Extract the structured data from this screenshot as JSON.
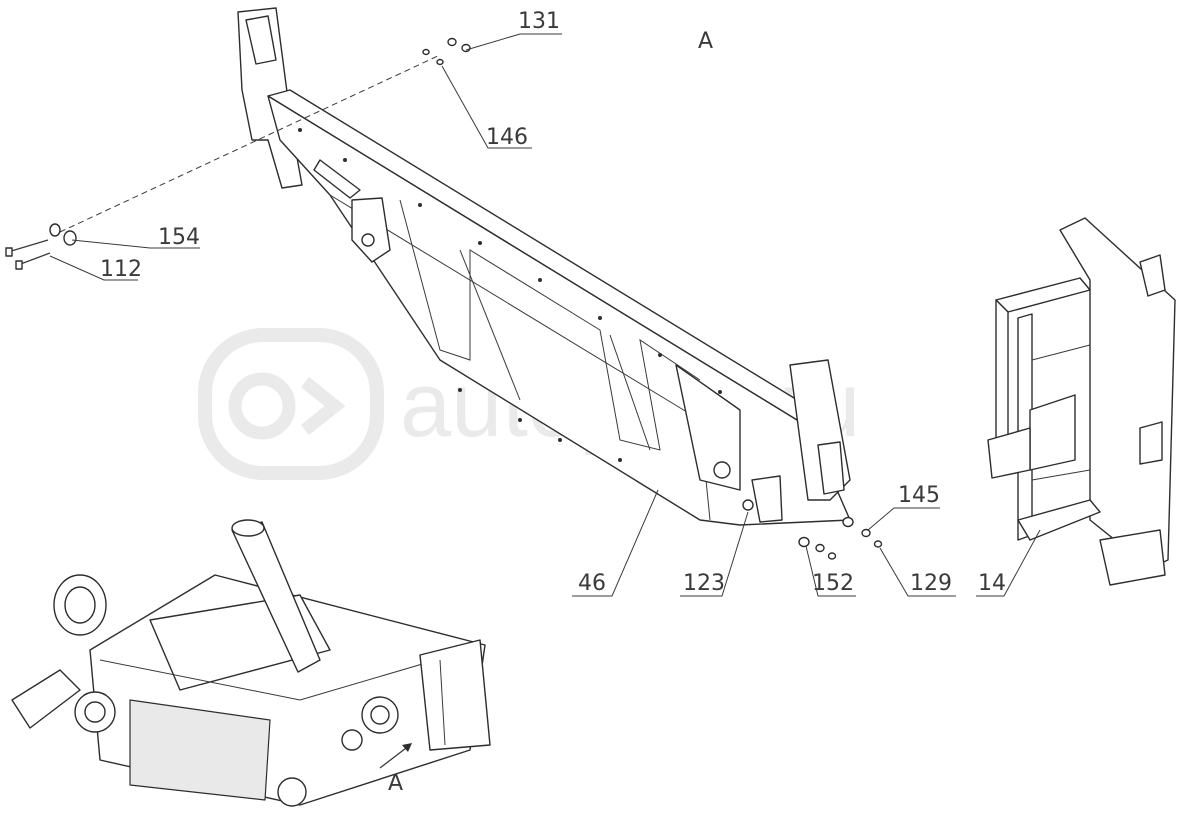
{
  "diagram": {
    "view_label": "A",
    "arrow_label": "A",
    "callouts": [
      "131",
      "146",
      "154",
      "112",
      "46",
      "123",
      "152",
      "145",
      "129",
      "14"
    ]
  },
  "watermark": {
    "text": "autopiter.ru",
    "color": "#d9d9d9"
  },
  "colors": {
    "line": "#2d2d2d",
    "background": "#ffffff"
  }
}
